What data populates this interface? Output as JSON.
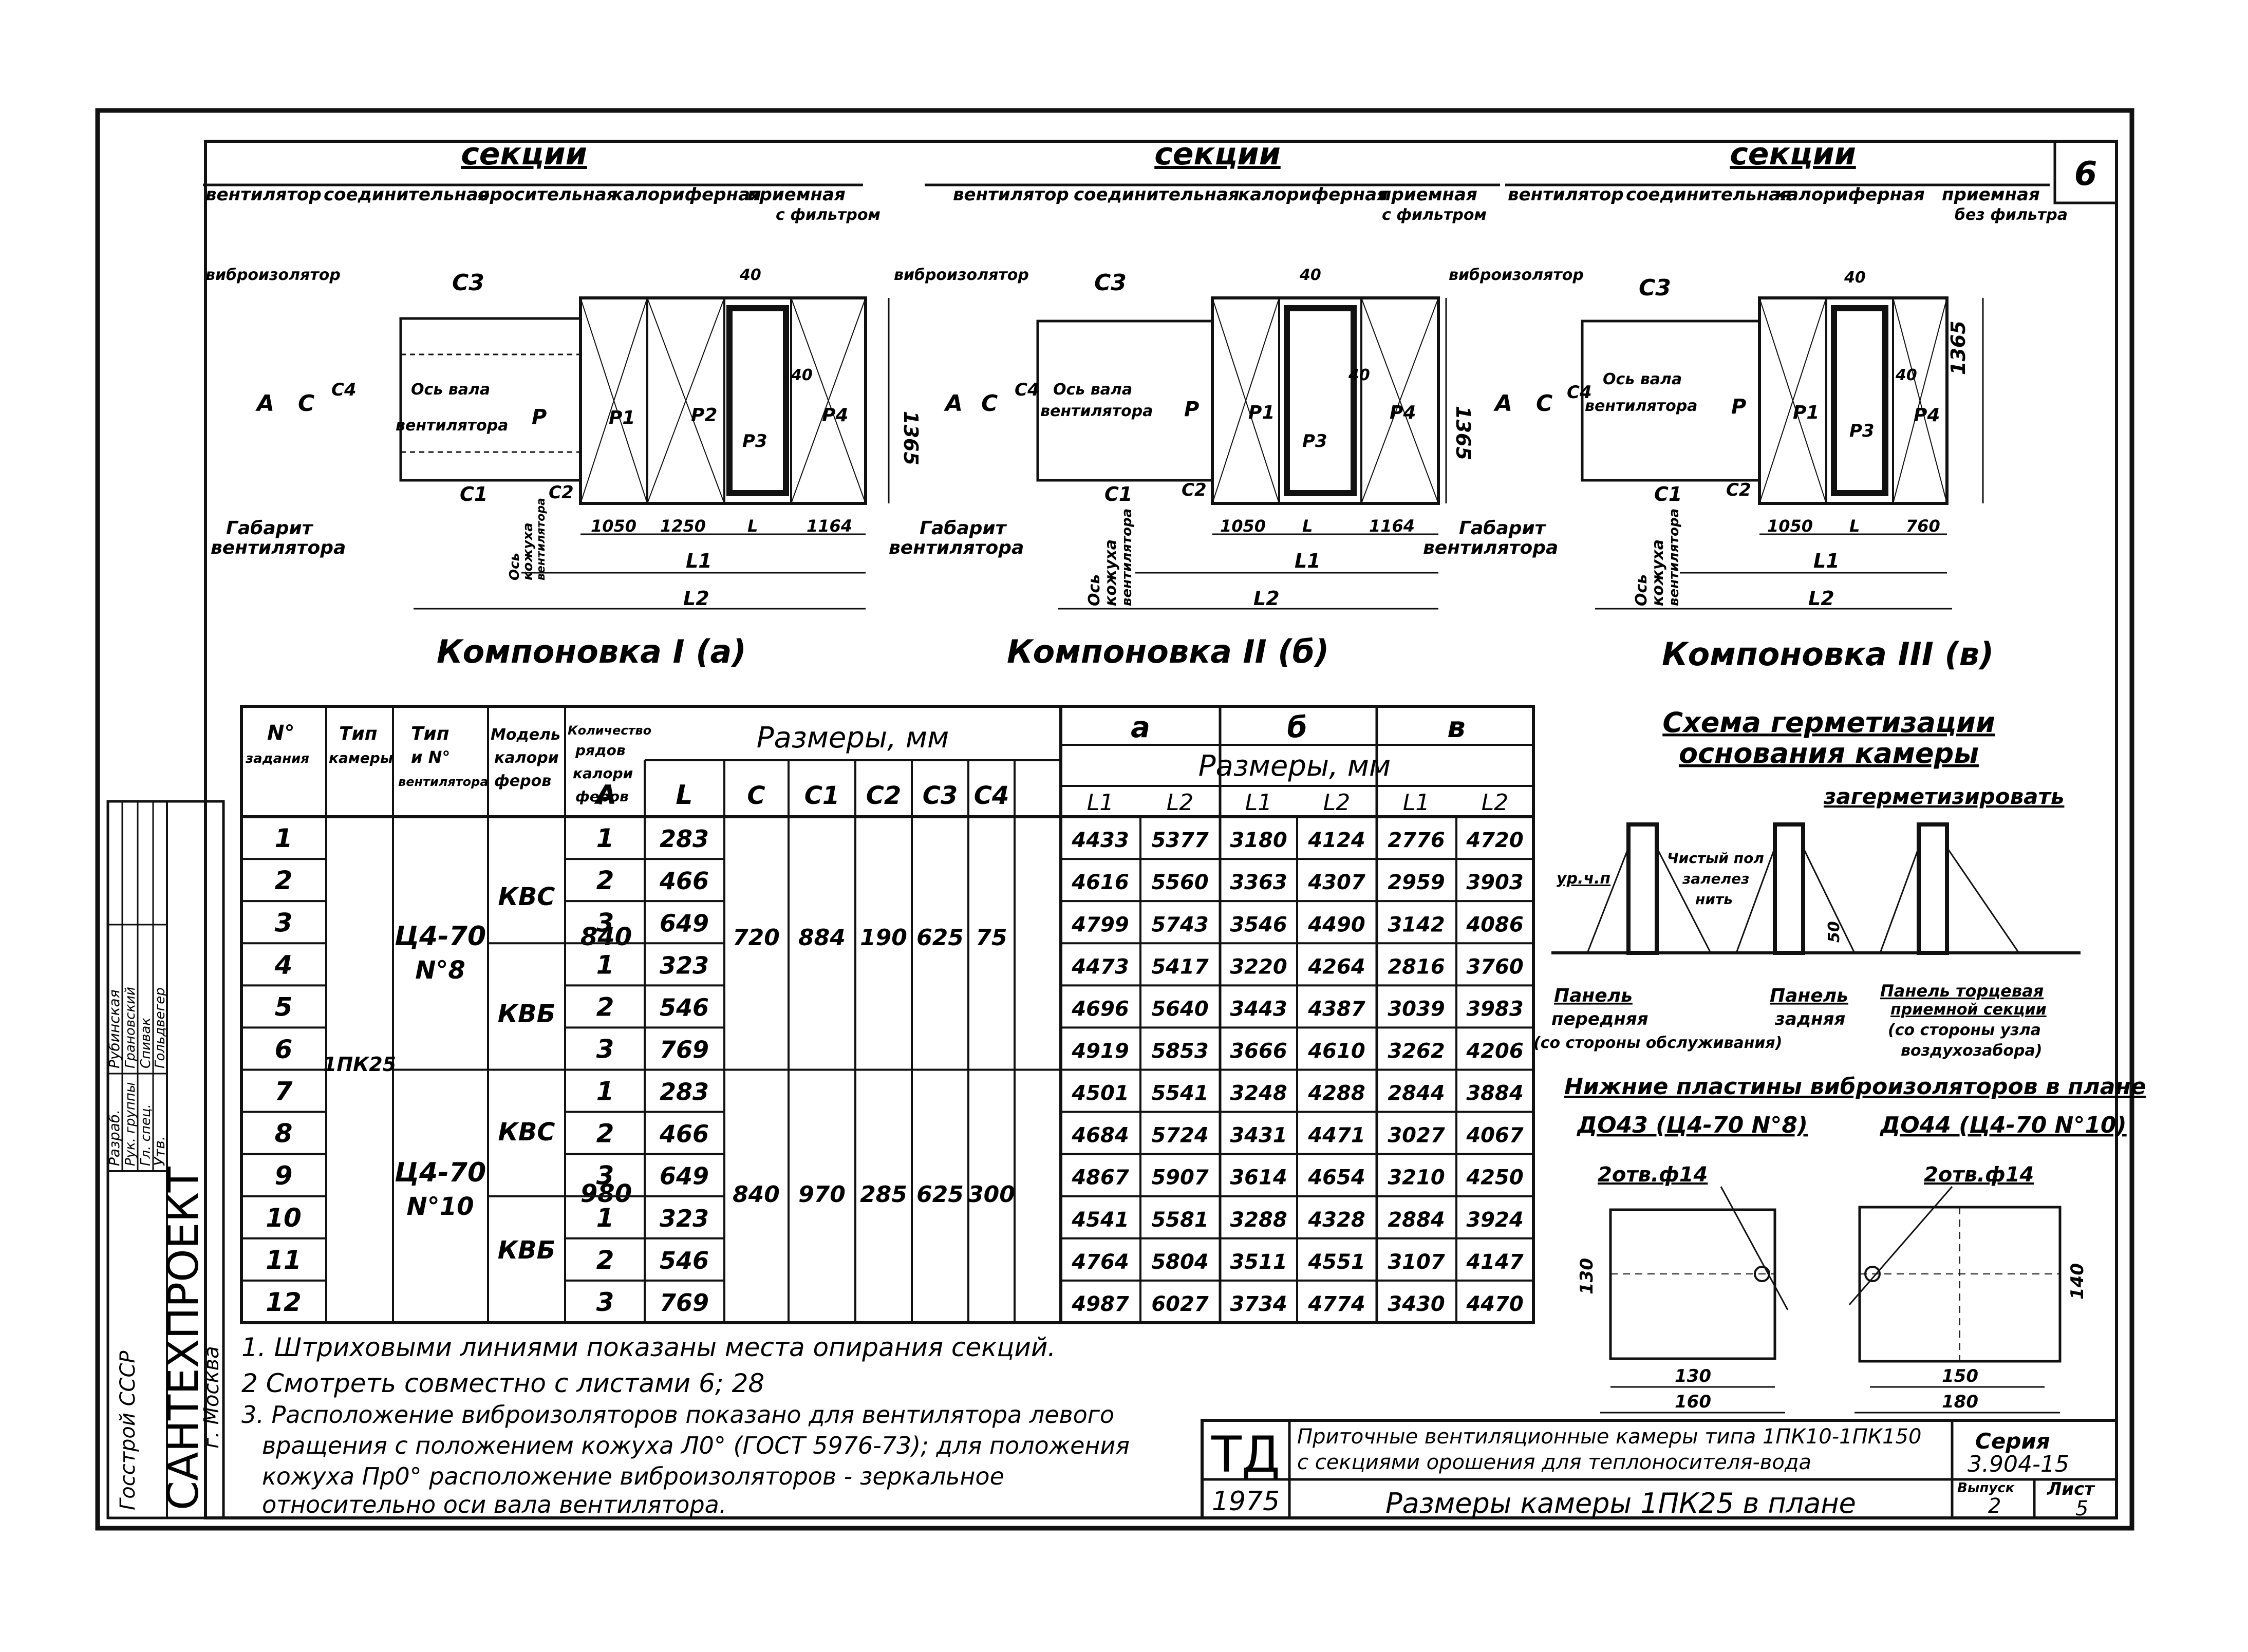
{
  "sheet_number": "6",
  "layouts": [
    {
      "sections_title": "секции",
      "section_labels": [
        "вентилятор",
        "соединительная",
        "оросительная",
        "калориферная",
        "приемная",
        "с фильтром"
      ],
      "vibro": "виброизолятор",
      "shaft_axis": [
        "Ось вала",
        "вентилятора"
      ],
      "gabarit": [
        "Габарит",
        "вентилятора"
      ],
      "cone_axis": [
        "Ось",
        "кожуха",
        "вентилятора"
      ],
      "dims": {
        "c3": "C3",
        "c": "C",
        "c4": "C4",
        "a": "A",
        "c1": "C1",
        "c2": "C2",
        "p": "P",
        "p1": "P1",
        "p2": "P2",
        "p3": "P3",
        "p4": "P4",
        "d40a": "40",
        "d40b": "40",
        "h1365": "1365",
        "w1050": "1050",
        "w1250": "1250",
        "wl": "L",
        "w1164": "1164",
        "l1": "L1",
        "l2": "L2"
      },
      "caption": "Компоновка I (а)"
    },
    {
      "sections_title": "секции",
      "section_labels": [
        "вентилятор",
        "соединительная",
        "калориферная",
        "приемная",
        "с фильтром"
      ],
      "vibro": "виброизолятор",
      "shaft_axis": [
        "Ось вала",
        "вентилятора"
      ],
      "gabarit": [
        "Габарит",
        "вентилятора"
      ],
      "cone_axis": [
        "Ось",
        "кожуха",
        "вентилятора"
      ],
      "dims": {
        "c3": "C3",
        "c": "C",
        "c4": "C4",
        "a": "A",
        "c1": "C1",
        "c2": "C2",
        "p": "P",
        "p1": "P1",
        "p3": "P3",
        "p4": "P4",
        "d40a": "40",
        "d40b": "40",
        "h1365": "1365",
        "w1050": "1050",
        "wl": "L",
        "w1164": "1164",
        "l1": "L1",
        "l2": "L2"
      },
      "caption": "Компоновка II (б)"
    },
    {
      "sections_title": "секции",
      "section_labels": [
        "вентилятор",
        "соединительная",
        "калориферная",
        "приемная",
        "без фильтра"
      ],
      "vibro": "виброизолятор",
      "shaft_axis": [
        "Ось вала",
        "вентилятора"
      ],
      "gabarit": [
        "Габарит",
        "вентилятора"
      ],
      "cone_axis": [
        "Ось",
        "кожуха",
        "вентилятора"
      ],
      "dims": {
        "c3": "C3",
        "c": "C",
        "c4": "C4",
        "a": "A",
        "c1": "C1",
        "c2": "C2",
        "p": "P",
        "p1": "P1",
        "p3": "P3",
        "p4": "P4",
        "d40a": "40",
        "d40b": "40",
        "h1365": "1365",
        "w1050": "1050",
        "wl": "L",
        "w760": "760",
        "l1": "L1",
        "l2": "L2"
      },
      "caption": "Компоновка III (в)"
    }
  ],
  "table": {
    "headers": {
      "n": [
        "N°",
        "задания"
      ],
      "type": [
        "Тип",
        "камеры"
      ],
      "fan": [
        "Тип",
        "и N°",
        "вентилятора"
      ],
      "model": [
        "Модель",
        "калори",
        "феров"
      ],
      "rows_count": [
        "Количество",
        "рядов",
        "калори",
        "феров"
      ],
      "dims_title": "Размеры, мм",
      "dims_cols": [
        "A",
        "L",
        "C",
        "C1",
        "C2",
        "C3",
        "C4"
      ],
      "groups": [
        "а",
        "б",
        "в"
      ],
      "dims_title2": "Размеры, мм",
      "l_cols": [
        "L1",
        "L2",
        "L1",
        "L2",
        "L1",
        "L2"
      ]
    },
    "camera_type": "1ПК25",
    "fan_groups": [
      [
        "Ц4-70",
        "N°8"
      ],
      [
        "Ц4-70",
        "N°10"
      ]
    ],
    "models": [
      "КВС",
      "КВБ",
      "КВС",
      "КВБ"
    ],
    "a_values": [
      "840",
      "980"
    ],
    "c_groups": [
      {
        "c": "720",
        "c1": "884",
        "c2": "190",
        "c3": "625",
        "c4": "75"
      },
      {
        "c": "840",
        "c1": "970",
        "c2": "285",
        "c3": "625",
        "c4": "300"
      }
    ],
    "rows": [
      {
        "n": "1",
        "rows": "1",
        "L": "283",
        "a1": "4433",
        "a2": "5377",
        "b1": "3180",
        "b2": "4124",
        "v1": "2776",
        "v2": "4720"
      },
      {
        "n": "2",
        "rows": "2",
        "L": "466",
        "a1": "4616",
        "a2": "5560",
        "b1": "3363",
        "b2": "4307",
        "v1": "2959",
        "v2": "3903"
      },
      {
        "n": "3",
        "rows": "3",
        "L": "649",
        "a1": "4799",
        "a2": "5743",
        "b1": "3546",
        "b2": "4490",
        "v1": "3142",
        "v2": "4086"
      },
      {
        "n": "4",
        "rows": "1",
        "L": "323",
        "a1": "4473",
        "a2": "5417",
        "b1": "3220",
        "b2": "4264",
        "v1": "2816",
        "v2": "3760"
      },
      {
        "n": "5",
        "rows": "2",
        "L": "546",
        "a1": "4696",
        "a2": "5640",
        "b1": "3443",
        "b2": "4387",
        "v1": "3039",
        "v2": "3983"
      },
      {
        "n": "6",
        "rows": "3",
        "L": "769",
        "a1": "4919",
        "a2": "5853",
        "b1": "3666",
        "b2": "4610",
        "v1": "3262",
        "v2": "4206"
      },
      {
        "n": "7",
        "rows": "1",
        "L": "283",
        "a1": "4501",
        "a2": "5541",
        "b1": "3248",
        "b2": "4288",
        "v1": "2844",
        "v2": "3884"
      },
      {
        "n": "8",
        "rows": "2",
        "L": "466",
        "a1": "4684",
        "a2": "5724",
        "b1": "3431",
        "b2": "4471",
        "v1": "3027",
        "v2": "4067"
      },
      {
        "n": "9",
        "rows": "3",
        "L": "649",
        "a1": "4867",
        "a2": "5907",
        "b1": "3614",
        "b2": "4654",
        "v1": "3210",
        "v2": "4250"
      },
      {
        "n": "10",
        "rows": "1",
        "L": "323",
        "a1": "4541",
        "a2": "5581",
        "b1": "3288",
        "b2": "4328",
        "v1": "2884",
        "v2": "3924"
      },
      {
        "n": "11",
        "rows": "2",
        "L": "546",
        "a1": "4764",
        "a2": "5804",
        "b1": "3511",
        "b2": "4551",
        "v1": "3107",
        "v2": "4147"
      },
      {
        "n": "12",
        "rows": "3",
        "L": "769",
        "a1": "4987",
        "a2": "6027",
        "b1": "3734",
        "b2": "4774",
        "v1": "3430",
        "v2": "4470"
      }
    ]
  },
  "seal": {
    "title": [
      "Схема герметизации",
      "основания камеры"
    ],
    "seal_label": "загерметизировать",
    "floor": [
      "Чистый пол",
      "залелез",
      "нить"
    ],
    "level": "ур.ч.п",
    "d50": "50",
    "front": [
      "Панель",
      "передняя",
      "(со стороны обслуживания)"
    ],
    "back": [
      "Панель",
      "задняя"
    ],
    "end": [
      "Панель торцевая",
      "приемной секции",
      "(со стороны узла",
      "воздухозабора)"
    ]
  },
  "plates": {
    "title": "Нижние пластины виброизоляторов в плане",
    "left": {
      "name": "ДО43 (Ц4-70 N°8)",
      "holes": "2отв.ф14",
      "h": "130",
      "w1": "130",
      "w2": "160"
    },
    "right": {
      "name": "ДО44 (Ц4-70 N°10)",
      "holes": "2отв.ф14",
      "h": "140",
      "w1": "150",
      "w2": "180"
    }
  },
  "notes": [
    "1. Штриховыми линиями показаны места опирания секций.",
    "2 Смотреть совместно с листами 6; 28",
    "3. Расположение виброизоляторов показано для вентилятора левого",
    "вращения с положением кожуха Л0° (ГОСТ 5976-73); для положения",
    "кожуха Пр0° расположение виброизоляторов - зеркальное",
    "относительно оси вала вентилятора."
  ],
  "stamp": {
    "td": "ТД",
    "year": "1975",
    "title1": "Приточные вентиляционные камеры типа 1ПК10-1ПК150",
    "title2": "с секциями орошения для теплоносителя-вода",
    "sheet_title": "Размеры камеры 1ПК25 в плане",
    "series_label": "Серия",
    "series": "3.904-15",
    "issue_label": "Выпуск",
    "issue": "2",
    "sheet_label": "Лист",
    "sheet": "5"
  },
  "side_stamp": {
    "org1": "Госстрой СССР",
    "org2": "САНТЕХПРОЕКТ",
    "org3": "г. Москва",
    "roles": [
      "Разраб.",
      "Рук. группы",
      "Гл. спец.",
      "Утв."
    ],
    "names": [
      "Рубинская",
      "Грановский",
      "Спивак",
      "Гольдвегер"
    ]
  }
}
